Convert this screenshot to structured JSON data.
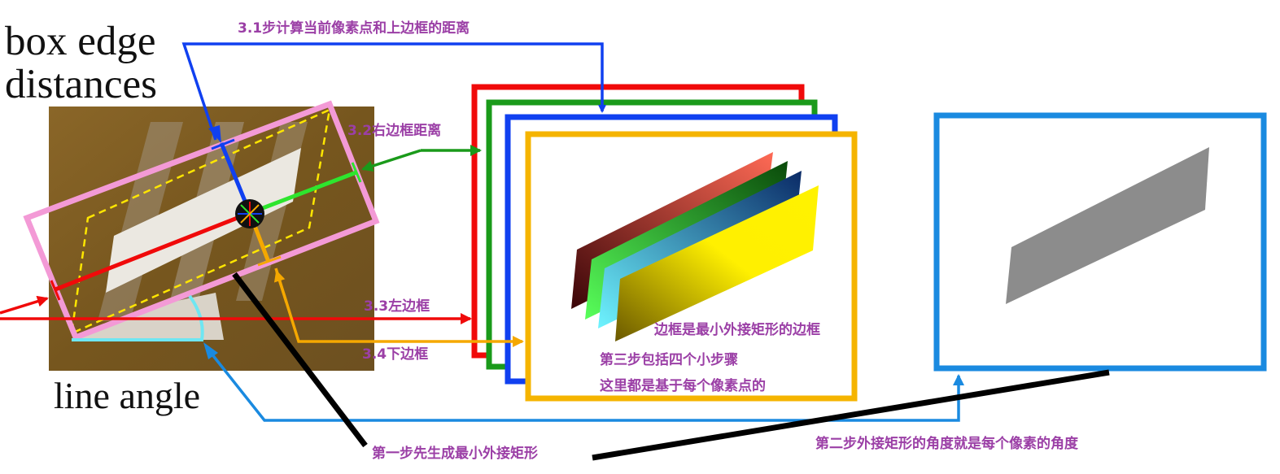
{
  "labels": {
    "box_edge_line1": "box edge",
    "box_edge_line2": "distances",
    "line_angle": "line angle",
    "step_3_1": "3.1步计算当前像素点和上边框的距离",
    "step_3_2": "3.2右边框距离",
    "step_3_3": "3.3左边框",
    "step_3_4": "3.4下边框",
    "border_note": "边框是最小外接矩形的边框",
    "step3_note": "第三步包括四个小步骤",
    "per_pixel_note": "这里都是基于每个像素点的",
    "step1": "第一步先生成最小外接矩形",
    "step2": "第二步外接矩形的角度就是每个像素的角度"
  },
  "colors": {
    "label_purple": "#9b3fa6",
    "top_blue": "#1040f0",
    "right_green": "#1a9a1a",
    "left_red": "#f00a0a",
    "bottom_orange": "#f5a800",
    "angle_blue": "#1a8ae0",
    "angle_cyan": "#6ee6f2",
    "box_pink": "#f39ad6",
    "dash_yellow": "#ffe600",
    "photo_brown": "#7a5a22",
    "output_gray": "#8c8c8c",
    "frame_blue_light": "#1a8ae0"
  }
}
